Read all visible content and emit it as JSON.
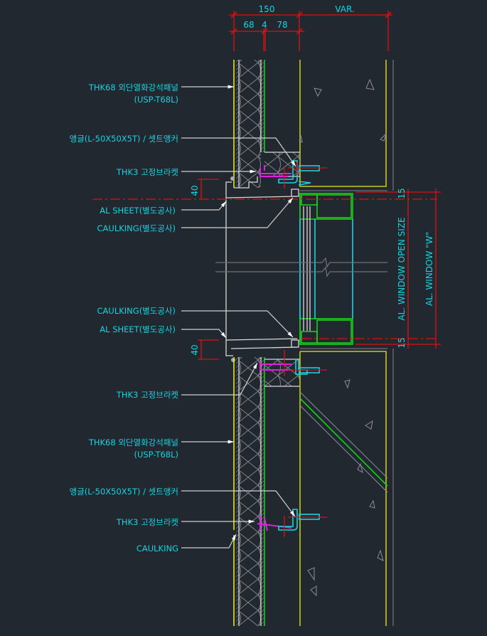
{
  "drawing": {
    "type": "wall section detail (window head/sill)",
    "dimensions_top": {
      "overall": "150",
      "variable": "VAR.",
      "parts": [
        "68",
        "4",
        "78"
      ]
    },
    "dimensions_side": {
      "offset_upper": "40",
      "offset_lower": "40",
      "gap_top": "15",
      "gap_bottom": "15",
      "window_open_size": "AL. WINDOW OPEN SIZE",
      "window_width": "AL. WINDOW \"W\""
    },
    "labels_upper": [
      {
        "text": "THK68 외단열화강석패널",
        "sub": "(USP-T68L)"
      },
      {
        "text": "앵글(L-50X50X5T) / 셋트앵커"
      },
      {
        "text": "THK3 고정브라켓"
      },
      {
        "text": "AL SHEET(별도공사)"
      },
      {
        "text": "CAULKING(별도공사)"
      }
    ],
    "labels_middle": [
      {
        "text": "CAULKING(별도공사)"
      },
      {
        "text": "AL SHEET(별도공사)"
      }
    ],
    "labels_lower": [
      {
        "text": "THK3 고정브라켓"
      },
      {
        "text": "THK68 외단열화강석패널",
        "sub": "(USP-T68L)"
      },
      {
        "text": "앵글(L-50X50X5T) / 셋트앵커"
      },
      {
        "text": "THK3 고정브라켓"
      },
      {
        "text": "CAULKING"
      }
    ],
    "colors": {
      "background": "#212830",
      "dimension": "#e01010",
      "text": "#19d3e0",
      "panel_face": "#e6e600",
      "concrete_edge": "#c8c81e",
      "window_frame": "#18d018",
      "bracket": "#e020e0",
      "angle": "#19d3e0"
    }
  }
}
